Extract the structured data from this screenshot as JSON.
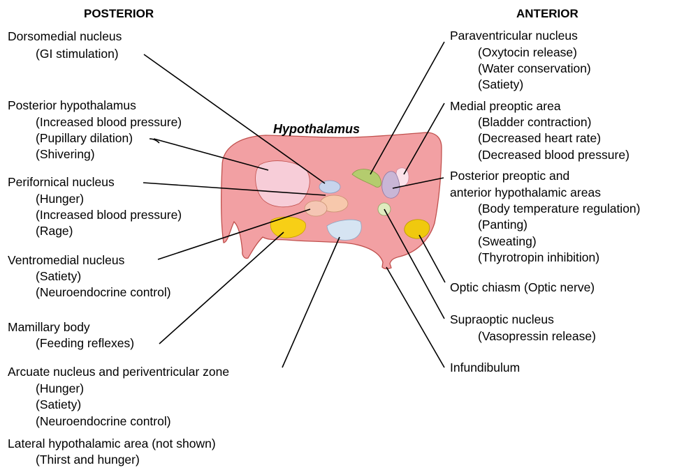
{
  "headers": {
    "posterior": "POSTERIOR",
    "anterior": "ANTERIOR"
  },
  "title": "Hypothalamus",
  "left_labels": [
    {
      "name": "Dorsomedial nucleus",
      "details": [
        "(GI stimulation)"
      ]
    },
    {
      "name": "Posterior hypothalamus",
      "details": [
        "(Increased blood pressure)",
        "(Pupillary dilation)",
        "(Shivering)"
      ]
    },
    {
      "name": "Perifornical nucleus",
      "details": [
        "(Hunger)",
        "(Increased blood pressure)",
        "(Rage)"
      ]
    },
    {
      "name": "Ventromedial nucleus",
      "details": [
        "(Satiety)",
        "(Neuroendocrine control)"
      ]
    },
    {
      "name": "Mamillary body",
      "details": [
        "(Feeding reflexes)"
      ]
    },
    {
      "name": "Arcuate nucleus and periventricular zone",
      "details": [
        "(Hunger)",
        "(Satiety)",
        "(Neuroendocrine control)"
      ]
    },
    {
      "name": "Lateral hypothalamic area (not shown)",
      "details": [
        "(Thirst and hunger)"
      ]
    }
  ],
  "right_labels": [
    {
      "name": "Paraventricular nucleus",
      "details": [
        "(Oxytocin release)",
        "(Water conservation)",
        "(Satiety)"
      ]
    },
    {
      "name": "Medial preoptic area",
      "details": [
        "(Bladder contraction)",
        "(Decreased heart rate)",
        "(Decreased blood pressure)"
      ]
    },
    {
      "name": "Posterior preoptic and",
      "details": [
        "(Body temperature regulation)",
        "(Panting)",
        "(Sweating)",
        "(Thyrotropin inhibition)"
      ],
      "name2": "anterior hypothalamic areas"
    },
    {
      "name": "Optic chiasm (Optic nerve)",
      "details": []
    },
    {
      "name": "Supraoptic nucleus",
      "details": [
        "(Vasopressin release)"
      ]
    },
    {
      "name": "Infundibulum",
      "details": []
    }
  ],
  "colors": {
    "body_fill": "#f2a0a3",
    "body_stroke": "#c0504d",
    "posterior_region": "#f7cdd8",
    "dorsomedial": "#c7d4ec",
    "perifornical": "#f7c8ac",
    "ventromedial": "#f5c6b4",
    "mamillary": "#f7cf16",
    "arcuate": "#d6e4f2",
    "paraventricular": "#b4cc6e",
    "medial_preoptic": "#fbe2ea",
    "posterior_preoptic": "#c9b6d6",
    "supraoptic": "#dfecbf",
    "optic_chiasm": "#f0c90e"
  }
}
